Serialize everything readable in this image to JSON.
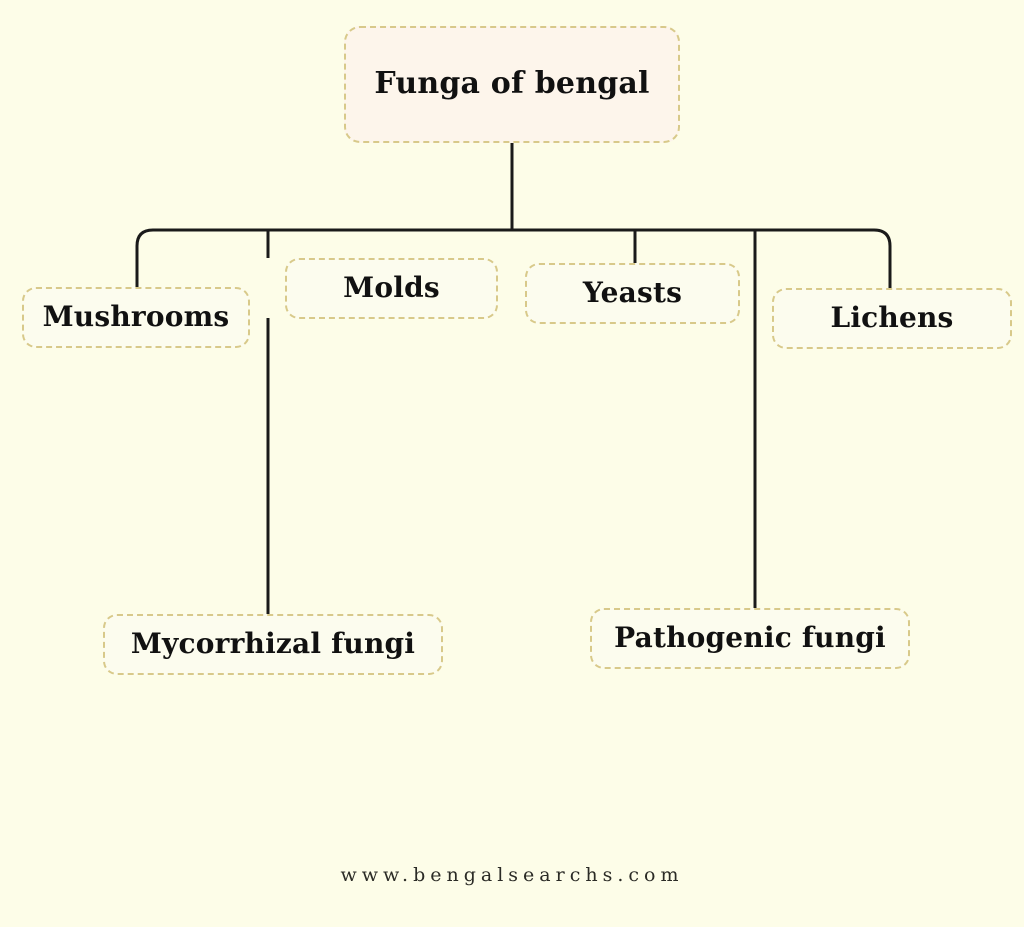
{
  "diagram": {
    "type": "hierarchy-tree",
    "background_color": "#fdfde8",
    "node_fill_color": "#fcfcee",
    "root_fill_color": "#fdf5eb",
    "node_border_color": "#d8c98a",
    "connector_color": "#1a1a1a",
    "root": {
      "label": "Funga of bengal"
    },
    "level2": [
      {
        "label": "Mushrooms"
      },
      {
        "label": "Molds"
      },
      {
        "label": "Yeasts"
      },
      {
        "label": "Lichens"
      }
    ],
    "level3": [
      {
        "label": "Mycorrhizal fungi"
      },
      {
        "label": "Pathogenic fungi"
      }
    ]
  },
  "footer": {
    "text": "www.bengalsearchs.com"
  }
}
